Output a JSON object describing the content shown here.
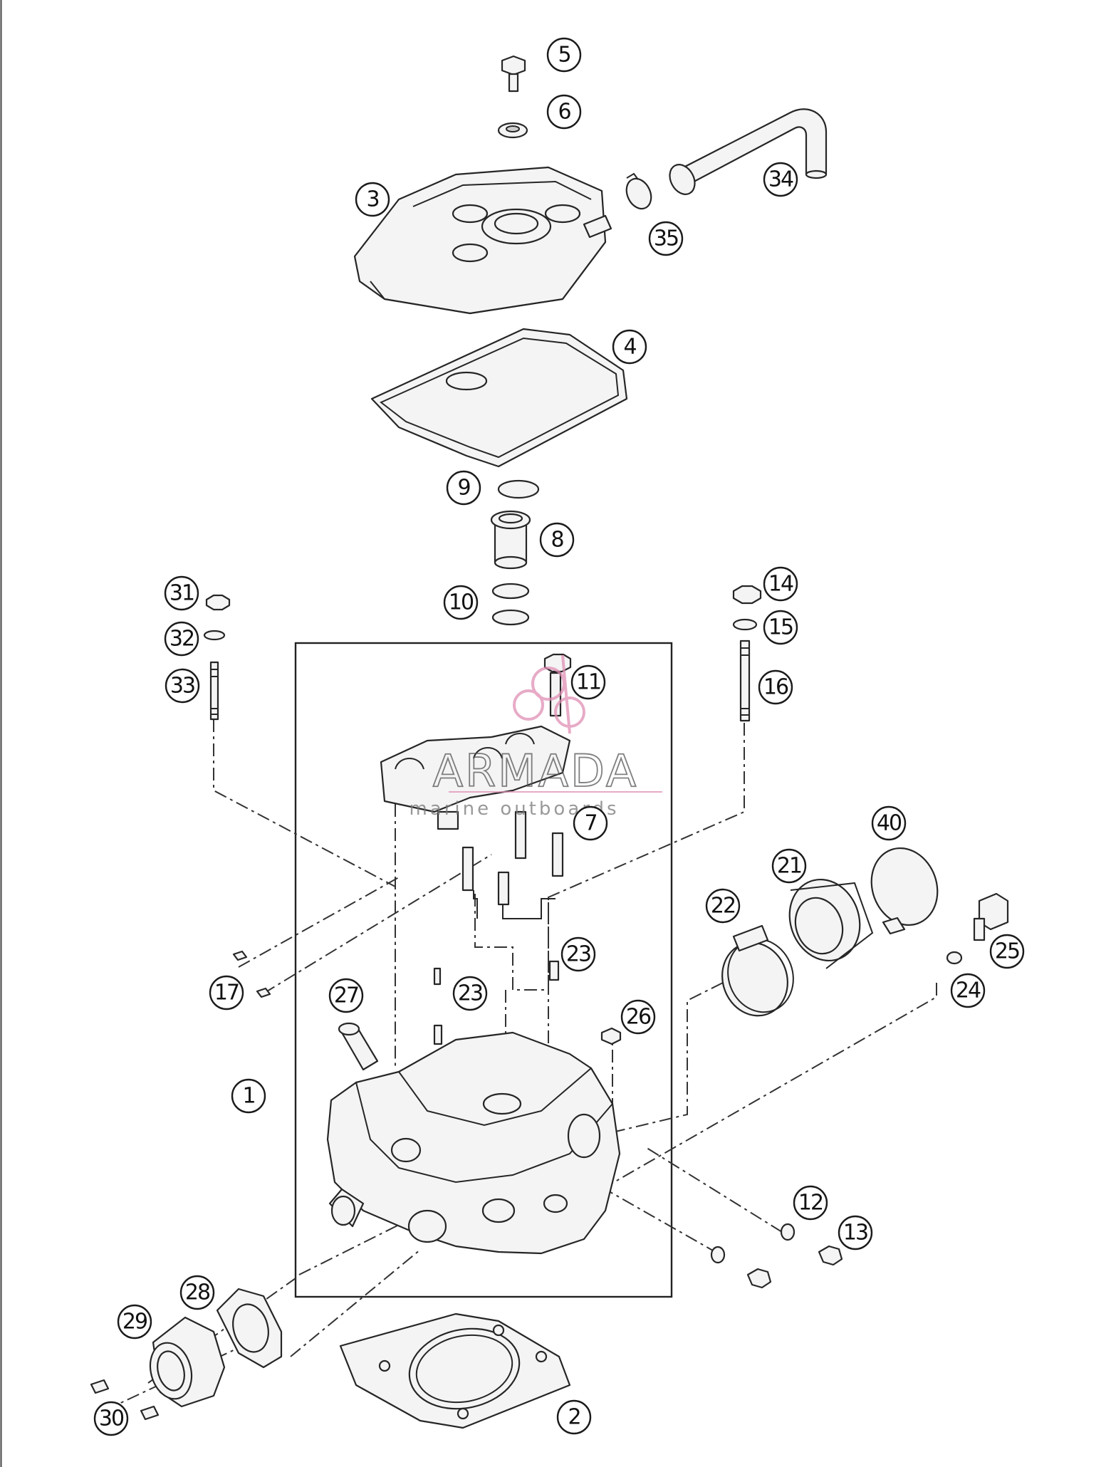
{
  "watermark": {
    "brand": "ARMADA",
    "tagline": "marine outboards",
    "accent_color": "#e08fb5"
  },
  "callouts": [
    {
      "id": "c1",
      "label": "1"
    },
    {
      "id": "c2",
      "label": "2"
    },
    {
      "id": "c3",
      "label": "3"
    },
    {
      "id": "c4",
      "label": "4"
    },
    {
      "id": "c5",
      "label": "5"
    },
    {
      "id": "c6",
      "label": "6"
    },
    {
      "id": "c7",
      "label": "7"
    },
    {
      "id": "c8",
      "label": "8"
    },
    {
      "id": "c9",
      "label": "9"
    },
    {
      "id": "c10",
      "label": "10"
    },
    {
      "id": "c11",
      "label": "11"
    },
    {
      "id": "c12",
      "label": "12"
    },
    {
      "id": "c13",
      "label": "13"
    },
    {
      "id": "c14",
      "label": "14"
    },
    {
      "id": "c15",
      "label": "15"
    },
    {
      "id": "c16",
      "label": "16"
    },
    {
      "id": "c17",
      "label": "17"
    },
    {
      "id": "c21",
      "label": "21"
    },
    {
      "id": "c22",
      "label": "22"
    },
    {
      "id": "c23a",
      "label": "23"
    },
    {
      "id": "c23b",
      "label": "23"
    },
    {
      "id": "c24",
      "label": "24"
    },
    {
      "id": "c25",
      "label": "25"
    },
    {
      "id": "c26",
      "label": "26"
    },
    {
      "id": "c27",
      "label": "27"
    },
    {
      "id": "c28",
      "label": "28"
    },
    {
      "id": "c29",
      "label": "29"
    },
    {
      "id": "c30",
      "label": "30"
    },
    {
      "id": "c31",
      "label": "31"
    },
    {
      "id": "c32",
      "label": "32"
    },
    {
      "id": "c33",
      "label": "33"
    },
    {
      "id": "c34",
      "label": "34"
    },
    {
      "id": "c35",
      "label": "35"
    },
    {
      "id": "c40",
      "label": "40"
    }
  ]
}
